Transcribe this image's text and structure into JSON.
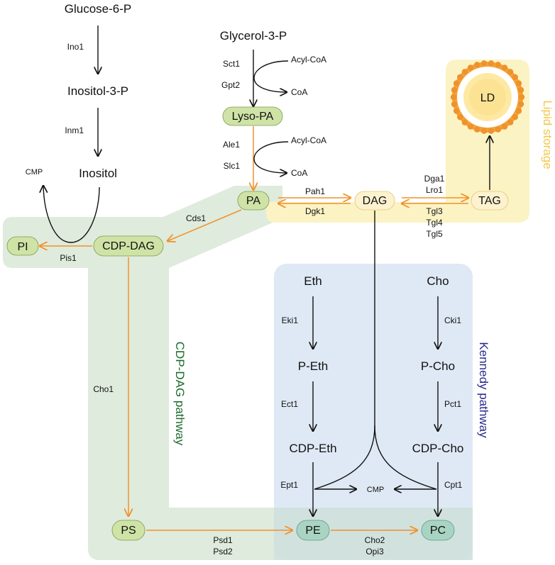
{
  "metabolites": {
    "glucose6p": "Glucose-6-P",
    "inositol3p": "Inositol-3-P",
    "inositol": "Inositol",
    "glycerol3p": "Glycerol-3-P",
    "eth": "Eth",
    "peth": "P-Eth",
    "cdpeth": "CDP-Eth",
    "cho": "Cho",
    "pcho": "P-Cho",
    "cdpcho": "CDP-Cho",
    "acylcoa": "Acyl-CoA",
    "coa": "CoA",
    "cmp": "CMP"
  },
  "nodes": {
    "lysopa": "Lyso-PA",
    "pa": "PA",
    "dag": "DAG",
    "tag": "TAG",
    "cdpdag": "CDP-DAG",
    "pi": "PI",
    "ps": "PS",
    "pe": "PE",
    "pc": "PC",
    "ld": "LD"
  },
  "enzymes": {
    "ino1": "Ino1",
    "inm1": "Inm1",
    "sct1": "Sct1",
    "gpt2": "Gpt2",
    "ale1": "Ale1",
    "slc1": "Slc1",
    "pah1": "Pah1",
    "dgk1": "Dgk1",
    "dga1": "Dga1",
    "lro1": "Lro1",
    "tgl3": "Tgl3",
    "tgl4": "Tgl4",
    "tgl5": "Tgl5",
    "cds1": "Cds1",
    "pis1": "Pis1",
    "cho1": "Cho1",
    "psd1": "Psd1",
    "psd2": "Psd2",
    "cho2": "Cho2",
    "opi3": "Opi3",
    "eki1": "Eki1",
    "ect1": "Ect1",
    "ept1": "Ept1",
    "cki1": "Cki1",
    "pct1": "Pct1",
    "cpt1": "Cpt1"
  },
  "pathways": {
    "lipid_storage": "Lipid storage",
    "cdp_dag": "CDP-DAG pathway",
    "kennedy": "Kennedy pathway"
  },
  "colors": {
    "green_region": "#d9e8d6",
    "blue_region": "#dfe9f5",
    "yellow_region": "#fbf3c4",
    "green_node": "#cfe3a6",
    "teal_node": "#a9d4c3",
    "yellow_node": "#fdf2cf",
    "orange_arrow": "#f0922b",
    "lipid_storage_text": "#f2c84b",
    "cdp_dag_text": "#1e6b2e",
    "kennedy_text": "#2a2a8c"
  }
}
